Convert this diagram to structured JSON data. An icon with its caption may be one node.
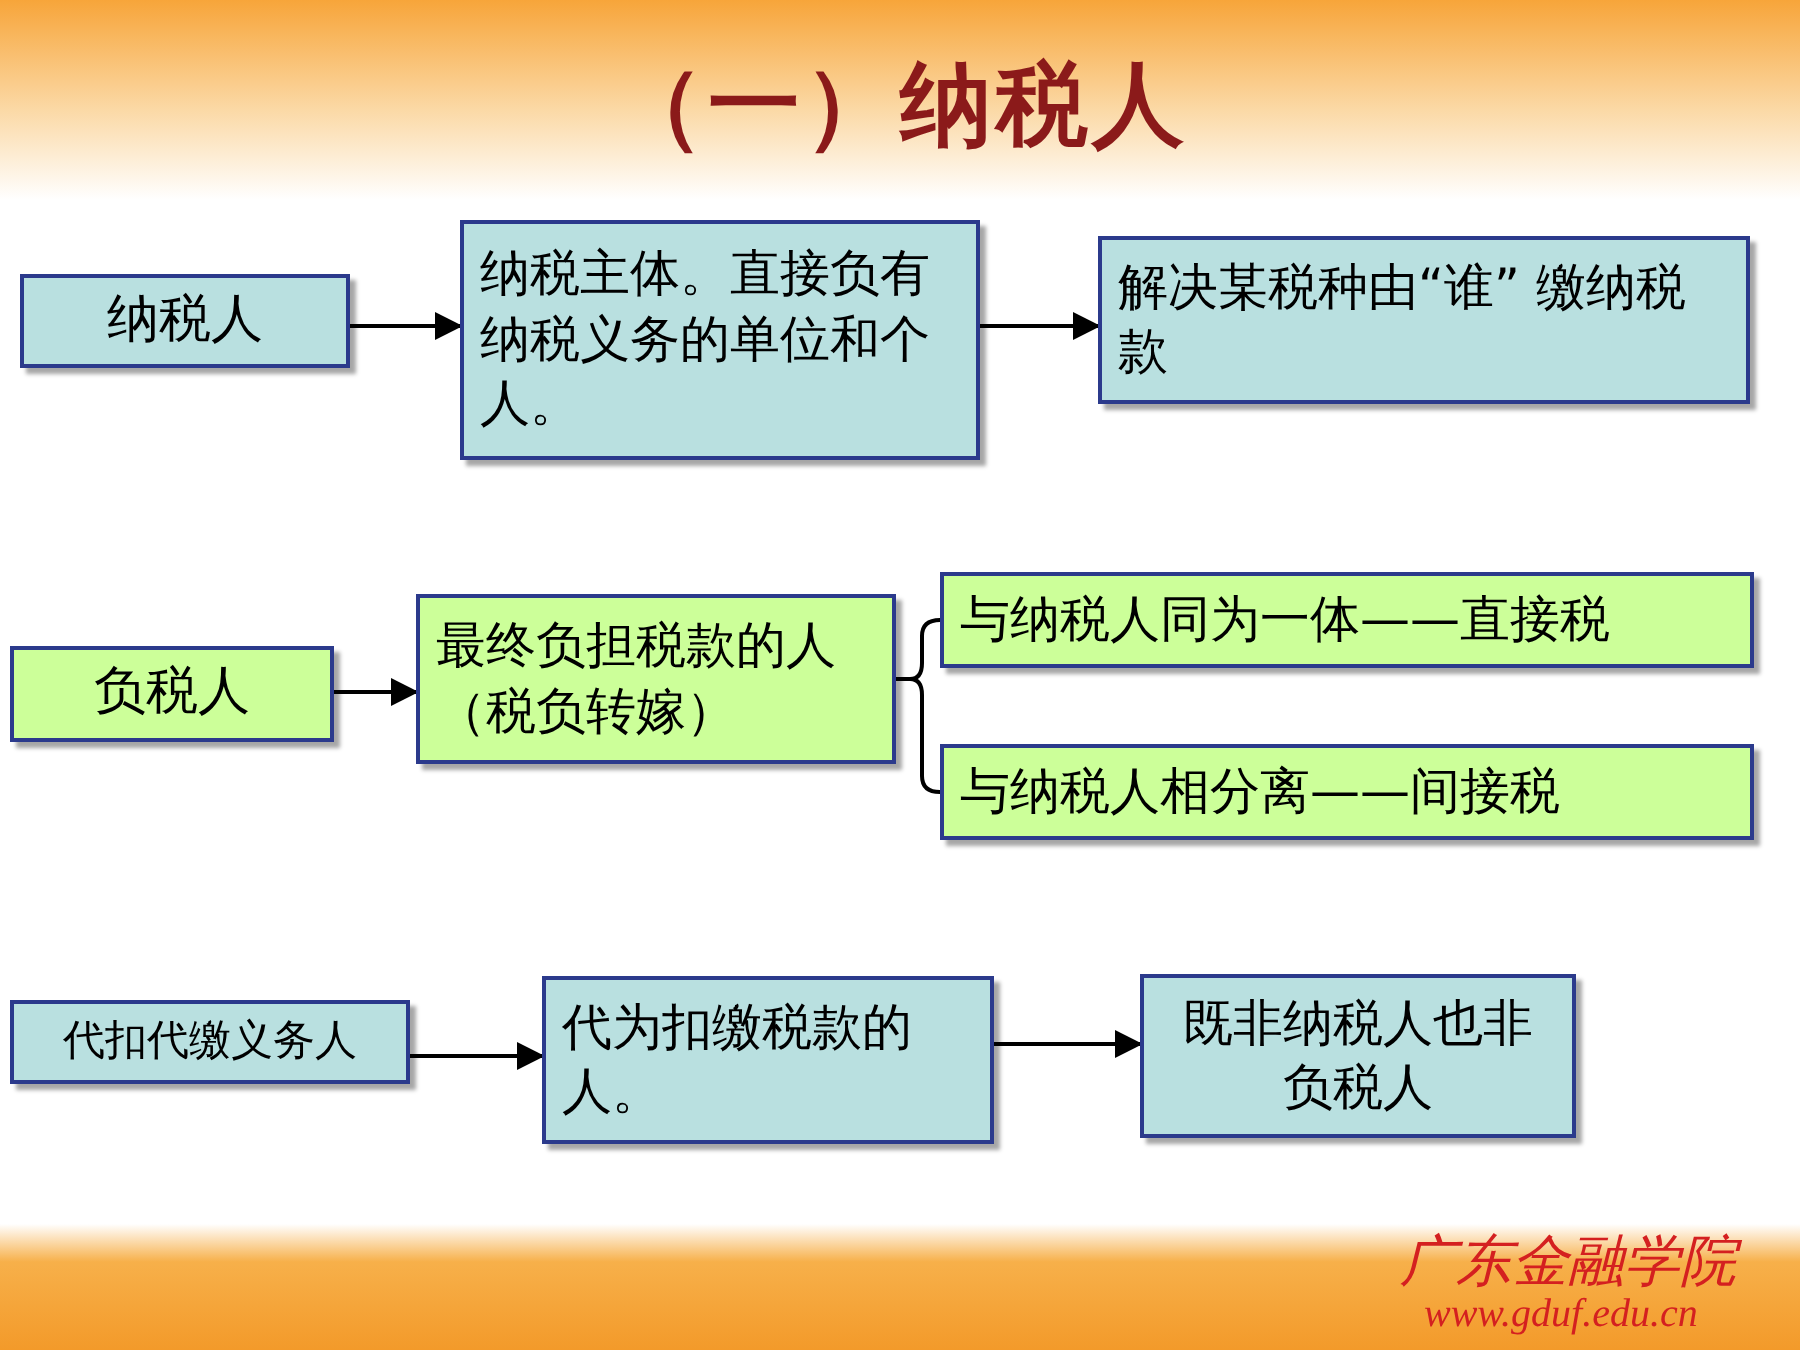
{
  "diagram": {
    "title": "（一）纳税人",
    "nodes": [
      {
        "text": [
          "纳税人"
        ]
      },
      {
        "text": [
          "纳税主体。直接负有纳税义务的单位和个人。"
        ]
      },
      {
        "text": [
          "解决某税种由“谁” 缴纳税款"
        ]
      },
      {
        "text": [
          "负税人"
        ]
      },
      {
        "text": [
          "最终负担税款的人（税负转嫁）"
        ]
      },
      {
        "text": [
          "与纳税人同为一体——直接税"
        ]
      },
      {
        "text": [
          "与纳税人相分离——间接税"
        ]
      },
      {
        "text": [
          "代扣代缴义务人"
        ]
      },
      {
        "text": [
          "代为扣缴税款的人。"
        ]
      },
      {
        "text": [
          "既非纳税人也非负税人"
        ]
      }
    ],
    "edges": [
      {
        "from": 0,
        "to": 1,
        "arrow": "to"
      },
      {
        "from": 1,
        "to": 2,
        "arrow": "to"
      },
      {
        "from": 3,
        "to": 4,
        "arrow": "to"
      },
      {
        "from": 4,
        "to": 5,
        "arrow": "none"
      },
      {
        "from": 4,
        "to": 6,
        "arrow": "none"
      },
      {
        "from": 7,
        "to": 8,
        "arrow": "to"
      },
      {
        "from": 8,
        "to": 9,
        "arrow": "to"
      }
    ],
    "labels": [
      "广东金融学院",
      "www.gduf.edu.cn"
    ]
  }
}
